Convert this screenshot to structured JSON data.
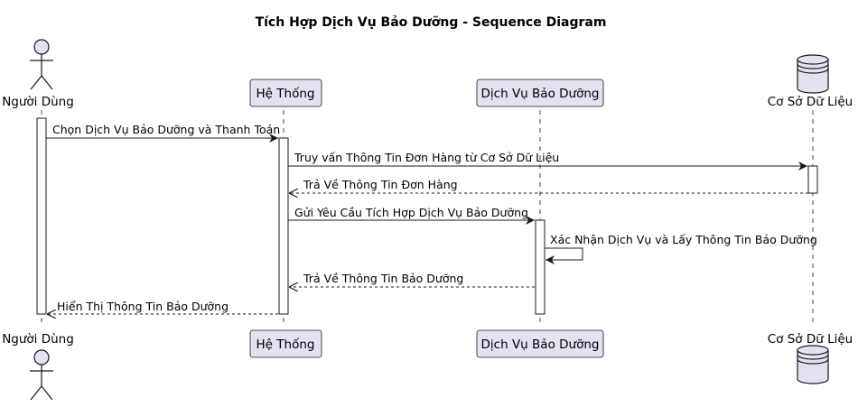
{
  "diagram": {
    "title": "Tích Hợp Dịch Vụ Bảo Dưỡng - Sequence Diagram",
    "participants": {
      "user": "Người Dùng",
      "system": "Hệ Thống",
      "service": "Dịch Vụ Bảo Dưỡng",
      "database": "Cơ Sở Dữ Liệu"
    },
    "messages": {
      "m1": "Chọn Dịch Vụ Bảo Dưỡng và Thanh Toán",
      "m2": "Truy vấn Thông Tin Đơn Hàng từ Cơ Sở Dữ Liệu",
      "m3": "Trả Về Thông Tin Đơn Hàng",
      "m4": "Gửi Yêu Cầu Tích Hợp Dịch Vụ Bảo Dưỡng",
      "m5": "Xác Nhận Dịch Vụ và Lấy Thông Tin Bảo Dưỡng",
      "m6": "Trả Về Thông Tin Bảo Dưỡng",
      "m7": "Hiển Thị Thông Tin Bảo Dưỡng"
    },
    "colors": {
      "participant_fill": "#e2e2f0",
      "participant_stroke": "#181818",
      "lifeline": "#181818",
      "activation_fill": "#ffffff"
    }
  }
}
